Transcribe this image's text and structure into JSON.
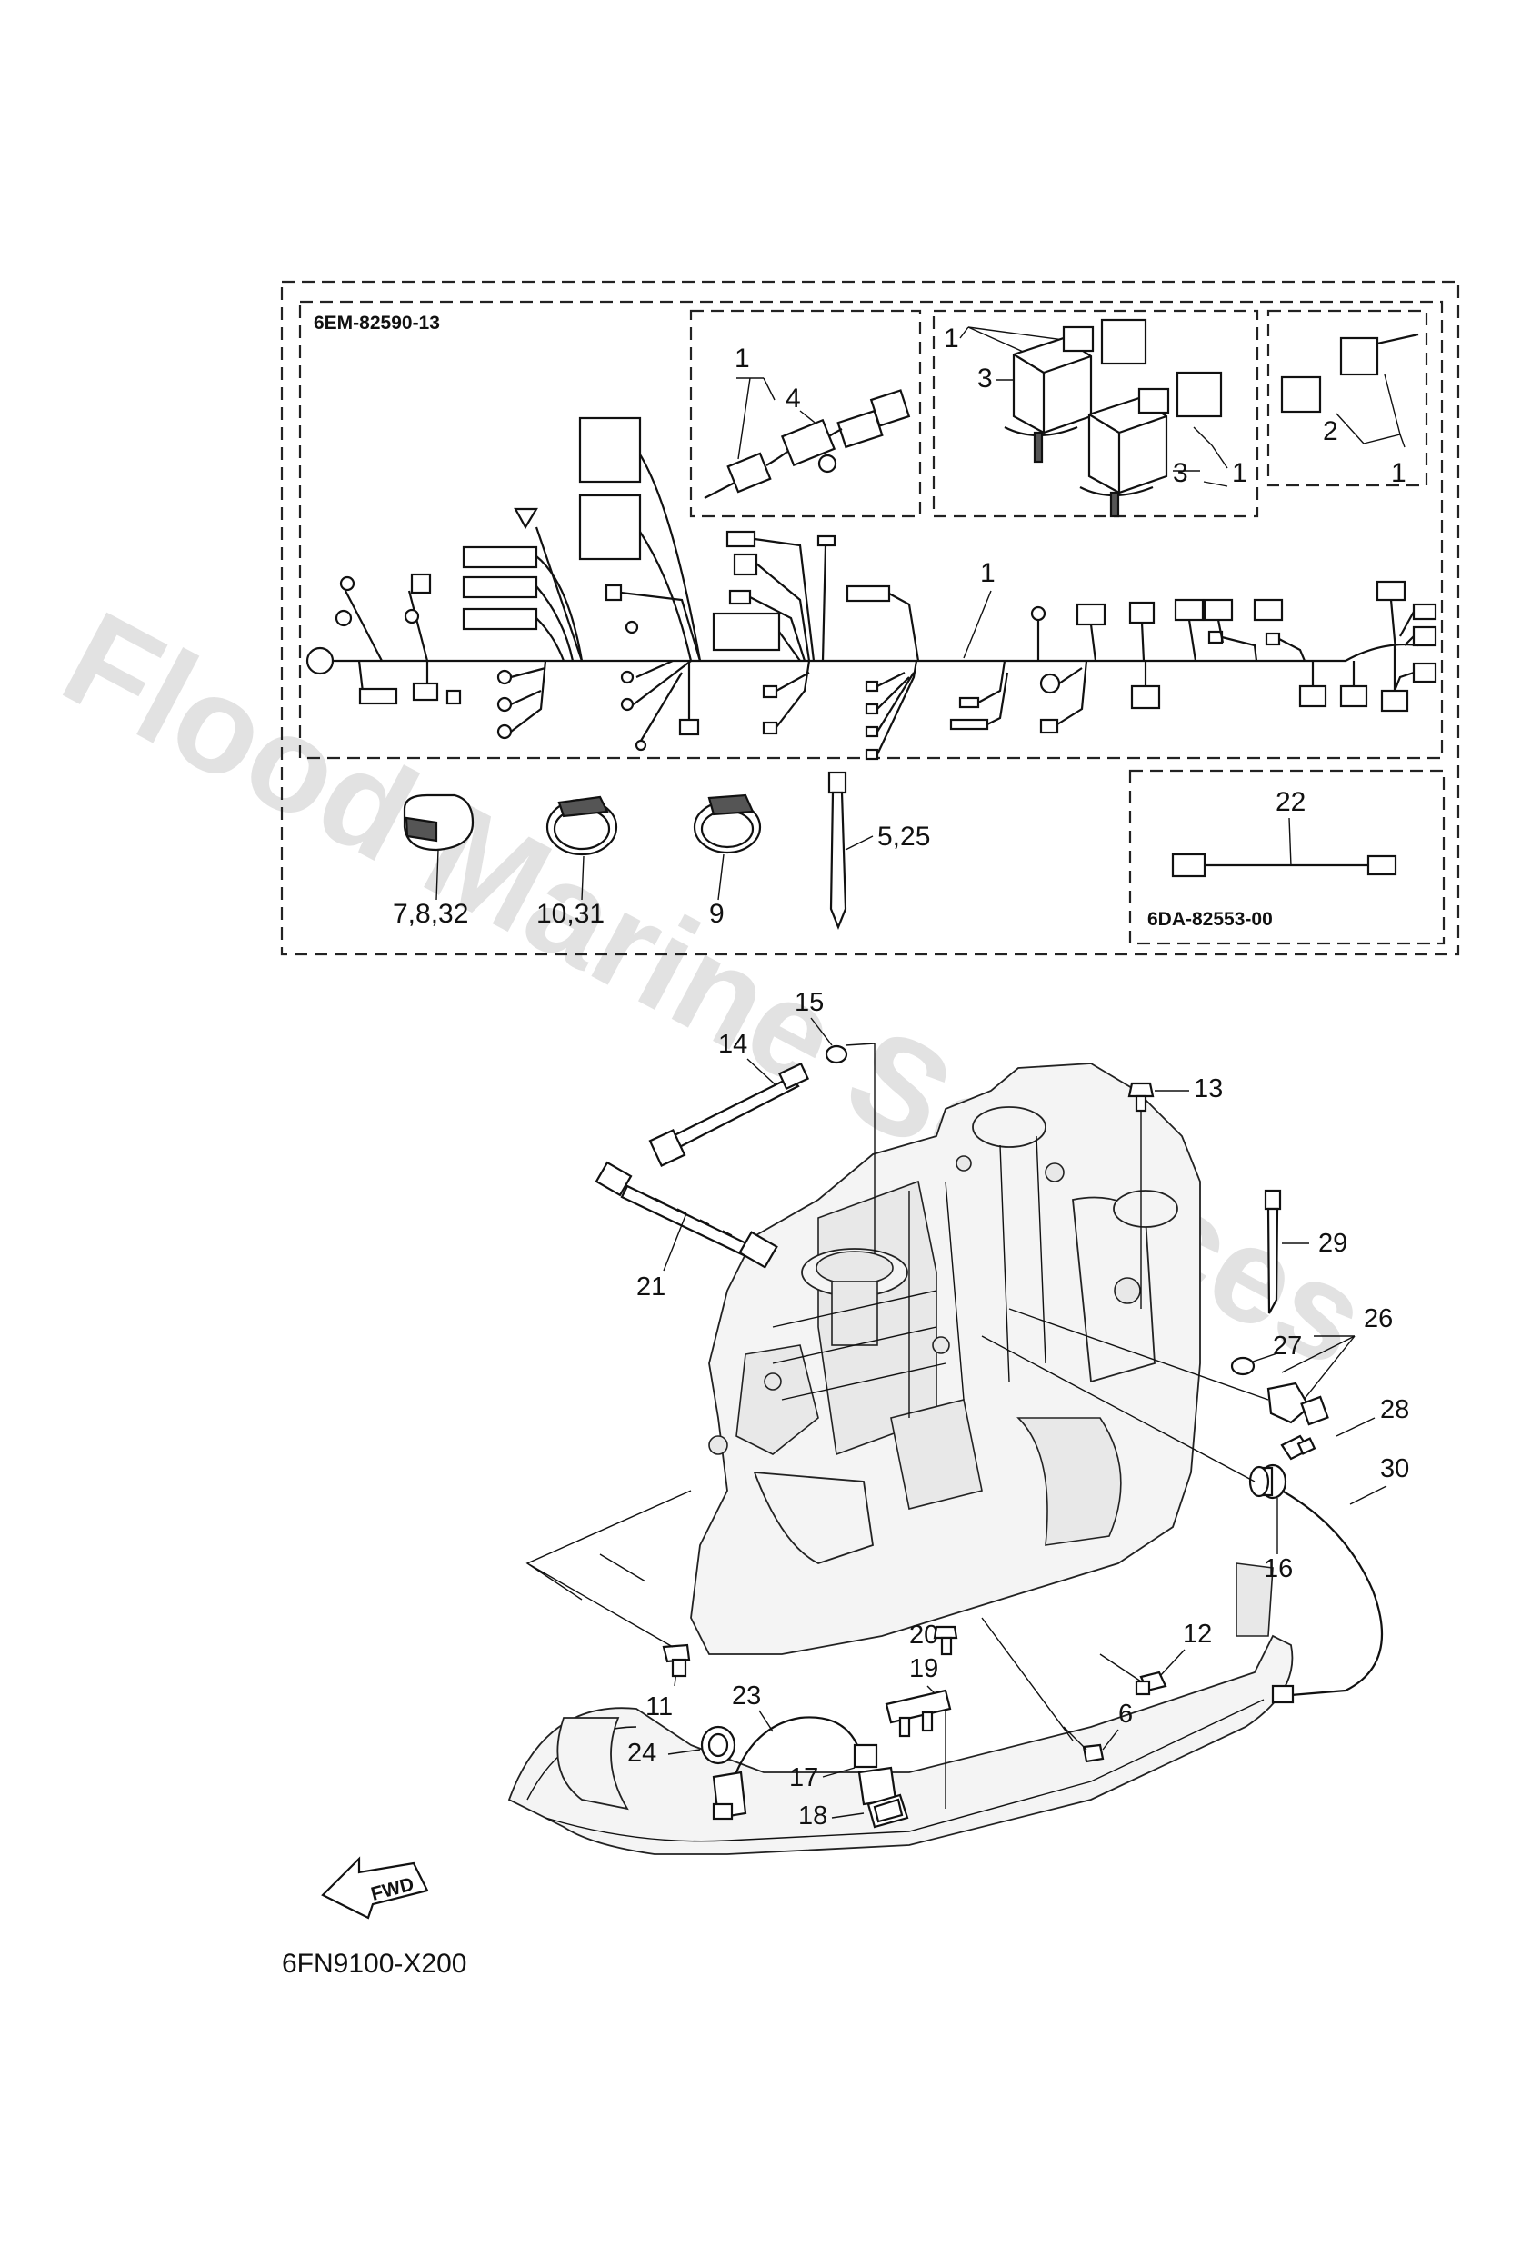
{
  "watermark": "Flood Marine Services",
  "kit_codes": {
    "main_harness": "6EM-82590-13",
    "sub_lead": "6DA-82553-00"
  },
  "figure_code": "6FN9100-X200",
  "fwd_arrow": "FWD",
  "callouts": {
    "inset_a_1": "1",
    "inset_a_4": "4",
    "inset_b_1": "1",
    "inset_b_3a": "3",
    "inset_b_3b": "3",
    "inset_b_1b": "1",
    "inset_c_2": "2",
    "inset_c_1": "1",
    "harness_1": "1",
    "clamp_7_8_32": "7,8,32",
    "clamp_10_31": "10,31",
    "clamp_9": "9",
    "tie_5_25": "5,25",
    "lead_22": "22",
    "p15": "15",
    "p14": "14",
    "p13": "13",
    "p21": "21",
    "p29": "29",
    "p27": "27",
    "p26": "26",
    "p28": "28",
    "p30": "30",
    "p16": "16",
    "p12": "12",
    "p20": "20",
    "p19": "19",
    "p11": "11",
    "p23": "23",
    "p6": "6",
    "p24": "24",
    "p17": "17",
    "p18": "18"
  },
  "icons": [
    "connector-icon",
    "relay-icon",
    "clamp-icon",
    "cable-tie-icon",
    "sensor-icon",
    "bolt-icon",
    "grommet-icon",
    "fwd-arrow-icon"
  ]
}
